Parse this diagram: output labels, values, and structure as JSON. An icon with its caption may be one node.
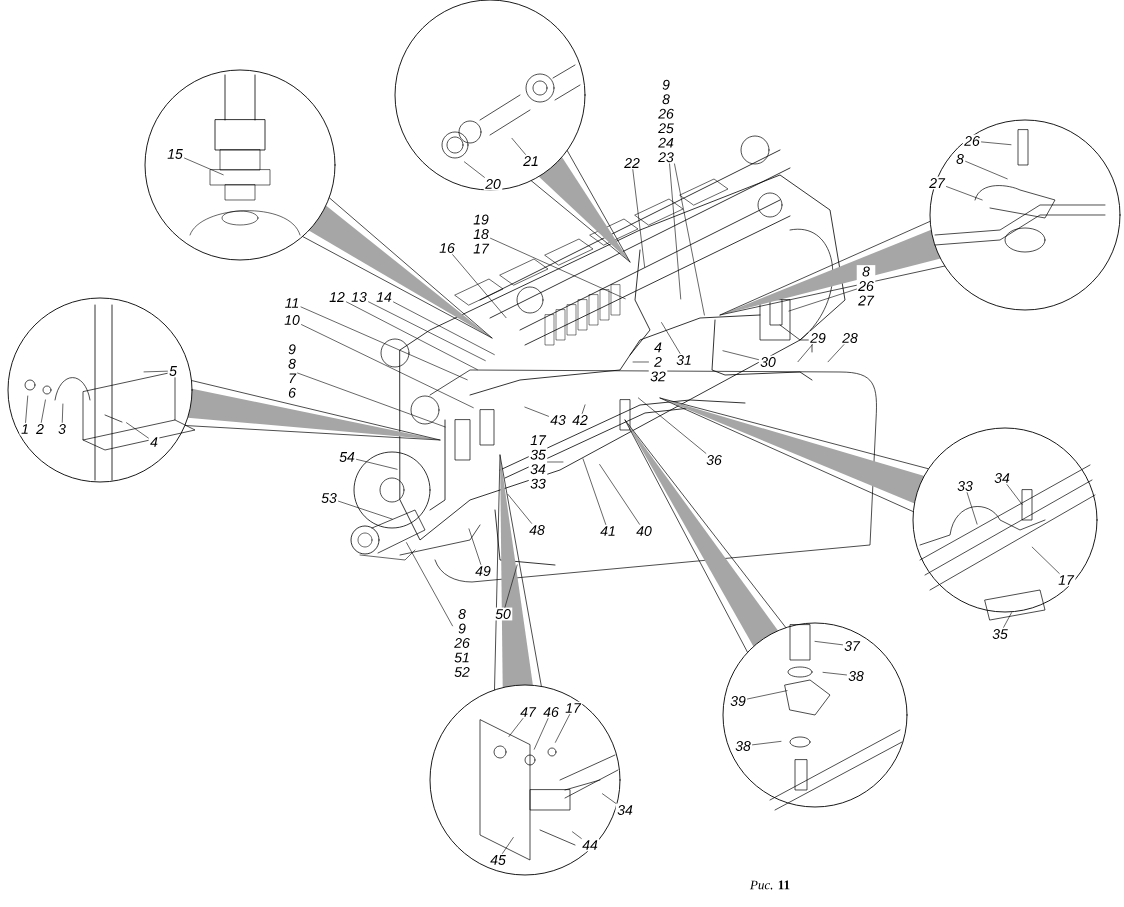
{
  "diagram": {
    "caption": "*Рис.* **11**",
    "nodes": [
      {
        "text": [
          "15"
        ]
      },
      {
        "text": [
          "21"
        ]
      },
      {
        "text": [
          "20"
        ]
      },
      {
        "text": [
          "1"
        ]
      },
      {
        "text": [
          "2"
        ]
      },
      {
        "text": [
          "3"
        ]
      },
      {
        "text": [
          "5"
        ]
      },
      {
        "text": [
          "4"
        ]
      },
      {
        "text": [
          "26"
        ]
      },
      {
        "text": [
          "8"
        ]
      },
      {
        "text": [
          "27"
        ]
      },
      {
        "text": [
          "33"
        ]
      },
      {
        "text": [
          "34"
        ]
      },
      {
        "text": [
          "17"
        ]
      },
      {
        "text": [
          "35"
        ]
      },
      {
        "text": [
          "37"
        ]
      },
      {
        "text": [
          "38"
        ]
      },
      {
        "text": [
          "39"
        ]
      },
      {
        "text": [
          "38"
        ]
      },
      {
        "text": [
          "47"
        ]
      },
      {
        "text": [
          "46"
        ]
      },
      {
        "text": [
          "17"
        ]
      },
      {
        "text": [
          "34"
        ]
      },
      {
        "text": [
          "44"
        ]
      },
      {
        "text": [
          "45"
        ]
      },
      {
        "text": [
          "19",
          "18",
          "17"
        ]
      },
      {
        "text": [
          "16"
        ]
      },
      {
        "text": [
          "14"
        ]
      },
      {
        "text": [
          "13"
        ]
      },
      {
        "text": [
          "12"
        ]
      },
      {
        "text": [
          "11"
        ]
      },
      {
        "text": [
          "10"
        ]
      },
      {
        "text": [
          "9",
          "8",
          "7",
          "6"
        ]
      },
      {
        "text": [
          "54"
        ]
      },
      {
        "text": [
          "53"
        ]
      },
      {
        "text": [
          "49"
        ]
      },
      {
        "text": [
          "8",
          "9",
          "26",
          "51",
          "52"
        ]
      },
      {
        "text": [
          "50"
        ]
      },
      {
        "text": [
          "48"
        ]
      },
      {
        "text": [
          "17",
          "35",
          "34",
          "33"
        ]
      },
      {
        "text": [
          "43"
        ]
      },
      {
        "text": [
          "42"
        ]
      },
      {
        "text": [
          "41"
        ]
      },
      {
        "text": [
          "40"
        ]
      },
      {
        "text": [
          "36"
        ]
      },
      {
        "text": [
          "4",
          "2",
          "32"
        ]
      },
      {
        "text": [
          "31"
        ]
      },
      {
        "text": [
          "30"
        ]
      },
      {
        "text": [
          "29"
        ]
      },
      {
        "text": [
          "28"
        ]
      },
      {
        "text": [
          "22"
        ]
      },
      {
        "text": [
          "9",
          "8",
          "26",
          "25",
          "24",
          "23"
        ]
      },
      {
        "text": [
          "8",
          "26",
          "27"
        ]
      }
    ],
    "edges": [
      {
        "from": 0,
        "to": null,
        "arrow": "none"
      },
      {
        "from": 1,
        "to": null,
        "arrow": "none"
      },
      {
        "from": 2,
        "to": null,
        "arrow": "none"
      },
      {
        "from": 3,
        "to": null,
        "arrow": "none"
      },
      {
        "from": 4,
        "to": null,
        "arrow": "none"
      },
      {
        "from": 5,
        "to": null,
        "arrow": "none"
      },
      {
        "from": 6,
        "to": null,
        "arrow": "none"
      },
      {
        "from": 7,
        "to": null,
        "arrow": "none"
      },
      {
        "from": 8,
        "to": null,
        "arrow": "none"
      },
      {
        "from": 9,
        "to": null,
        "arrow": "none"
      },
      {
        "from": 10,
        "to": null,
        "arrow": "none"
      },
      {
        "from": 11,
        "to": null,
        "arrow": "none"
      },
      {
        "from": 12,
        "to": null,
        "arrow": "none"
      },
      {
        "from": 13,
        "to": null,
        "arrow": "none"
      },
      {
        "from": 14,
        "to": null,
        "arrow": "none"
      },
      {
        "from": 15,
        "to": null,
        "arrow": "none"
      },
      {
        "from": 16,
        "to": null,
        "arrow": "none"
      },
      {
        "from": 17,
        "to": null,
        "arrow": "none"
      },
      {
        "from": 18,
        "to": null,
        "arrow": "none"
      },
      {
        "from": 19,
        "to": null,
        "arrow": "none"
      },
      {
        "from": 20,
        "to": null,
        "arrow": "none"
      },
      {
        "from": 21,
        "to": null,
        "arrow": "none"
      },
      {
        "from": 22,
        "to": null,
        "arrow": "none"
      },
      {
        "from": 23,
        "to": null,
        "arrow": "none"
      },
      {
        "from": 24,
        "to": null,
        "arrow": "none"
      },
      {
        "from": 25,
        "to": null,
        "arrow": "none"
      },
      {
        "from": 26,
        "to": null,
        "arrow": "none"
      },
      {
        "from": 27,
        "to": null,
        "arrow": "none"
      },
      {
        "from": 28,
        "to": null,
        "arrow": "none"
      },
      {
        "from": 29,
        "to": null,
        "arrow": "none"
      },
      {
        "from": 30,
        "to": null,
        "arrow": "none"
      },
      {
        "from": 31,
        "to": null,
        "arrow": "none"
      },
      {
        "from": 32,
        "to": null,
        "arrow": "none"
      },
      {
        "from": 33,
        "to": null,
        "arrow": "none"
      },
      {
        "from": 34,
        "to": null,
        "arrow": "none"
      },
      {
        "from": 35,
        "to": null,
        "arrow": "none"
      },
      {
        "from": 36,
        "to": null,
        "arrow": "none"
      },
      {
        "from": 37,
        "to": null,
        "arrow": "none"
      },
      {
        "from": 38,
        "to": null,
        "arrow": "none"
      },
      {
        "from": 39,
        "to": null,
        "arrow": "none"
      },
      {
        "from": 40,
        "to": null,
        "arrow": "none"
      },
      {
        "from": 41,
        "to": null,
        "arrow": "none"
      },
      {
        "from": 42,
        "to": null,
        "arrow": "none"
      },
      {
        "from": 43,
        "to": null,
        "arrow": "none"
      },
      {
        "from": 44,
        "to": null,
        "arrow": "none"
      },
      {
        "from": 45,
        "to": null,
        "arrow": "none"
      },
      {
        "from": 46,
        "to": null,
        "arrow": "none"
      },
      {
        "from": 47,
        "to": null,
        "arrow": "none"
      },
      {
        "from": 48,
        "to": null,
        "arrow": "none"
      },
      {
        "from": 49,
        "to": null,
        "arrow": "none"
      },
      {
        "from": 50,
        "to": null,
        "arrow": "none"
      },
      {
        "from": 51,
        "to": null,
        "arrow": "none"
      },
      {
        "from": 51,
        "to": null,
        "arrow": "none"
      },
      {
        "from": 52,
        "to": null,
        "arrow": "none"
      }
    ]
  }
}
